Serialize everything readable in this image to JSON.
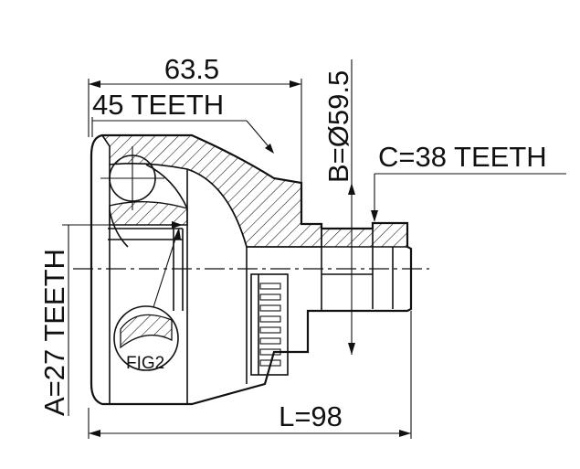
{
  "dimensions": {
    "width_top": "63.5",
    "outer_teeth": "45 TEETH",
    "diameter": "B=Ø59.5",
    "c_teeth": "C=38 TEETH",
    "a_teeth": "A=27 TEETH",
    "length": "L=98",
    "figure_ref": "FIG2"
  }
}
